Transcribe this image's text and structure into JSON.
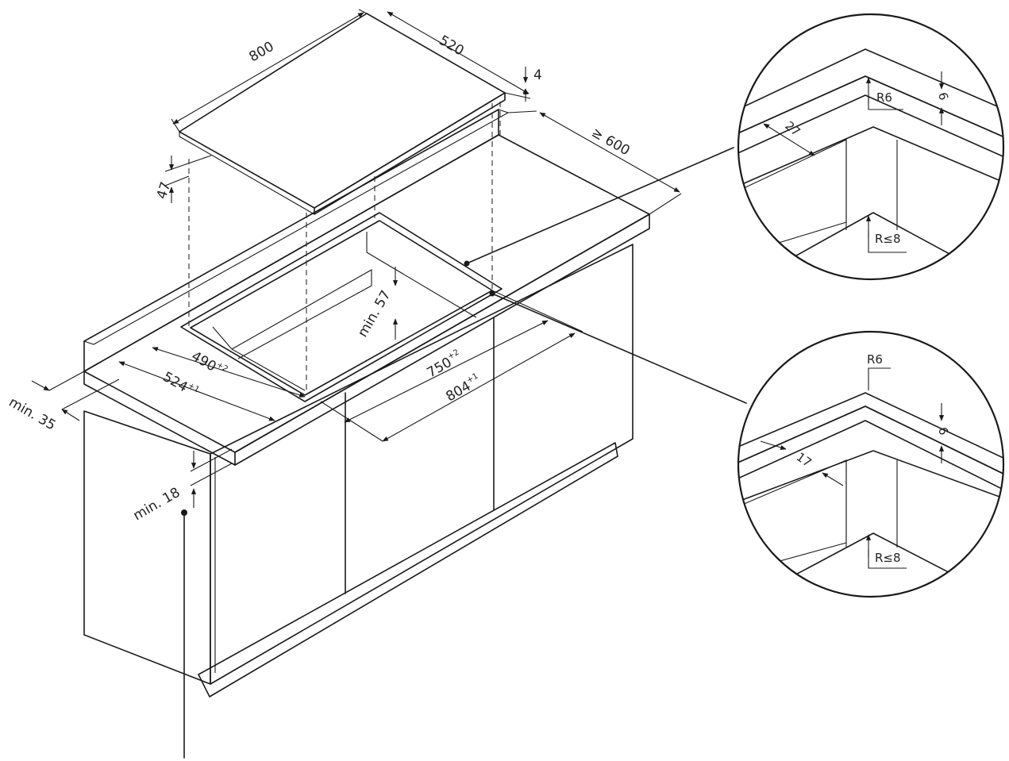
{
  "colors": {
    "line": "#1a1a1a",
    "worktop_fill": "#e9e9e9",
    "edge_fill": "#d8d8d8",
    "body_fill": "#c9c9c9",
    "hob_fill": "#ffffff"
  },
  "main_view": {
    "hob_length": "800",
    "hob_depth": "520",
    "glass_thickness": "4",
    "hob_height": "47",
    "worktop_depth": "≥ 600",
    "recess_gap": "min. 57",
    "cutout_depth": "490",
    "cutout_depth_tol": "+2",
    "outer_depth": "524",
    "outer_depth_tol": "+1",
    "cutout_width": "750",
    "cutout_width_tol": "+2",
    "outer_width": "804",
    "outer_width_tol": "+1",
    "front_distance": "min. 35",
    "worktop_thickness": "min. 18"
  },
  "detail_top": {
    "radius_label": "R6",
    "step_label": "6",
    "rebate_width": "27",
    "inner_radius_label": "R≤8"
  },
  "detail_bottom": {
    "radius_label": "R6",
    "step_label": "6",
    "rebate_width": "17",
    "inner_radius_label": "R≤8"
  }
}
